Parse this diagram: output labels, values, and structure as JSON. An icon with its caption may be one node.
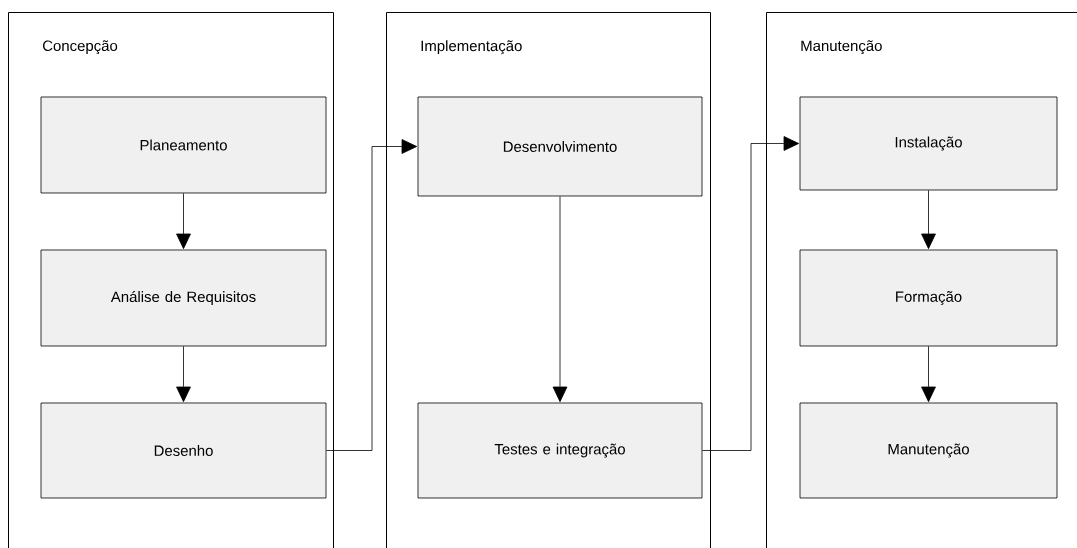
{
  "diagram": {
    "nodes": [
      {
        "text": [
          "Concepção"
        ]
      },
      {
        "text": [
          "Planeamento"
        ],
        "in": 0
      },
      {
        "text": [
          "Análise de Requisitos"
        ],
        "in": 0
      },
      {
        "text": [
          "Desenho"
        ],
        "in": 0
      },
      {
        "text": [
          "Implementação"
        ]
      },
      {
        "text": [
          "Desenvolvimento"
        ],
        "in": 4
      },
      {
        "text": [
          "Testes e integração"
        ],
        "in": 4
      },
      {
        "text": [
          "Manutenção"
        ]
      },
      {
        "text": [
          "Instalação"
        ],
        "in": 7
      },
      {
        "text": [
          "Formação"
        ],
        "in": 7
      },
      {
        "text": [
          "Manutenção"
        ],
        "in": 7
      }
    ],
    "edges": [
      {
        "from": 1,
        "to": 2,
        "arrow": "to"
      },
      {
        "from": 2,
        "to": 3,
        "arrow": "to"
      },
      {
        "from": 3,
        "to": 5,
        "arrow": "to"
      },
      {
        "from": 5,
        "to": 6,
        "arrow": "to"
      },
      {
        "from": 6,
        "to": 8,
        "arrow": "to"
      },
      {
        "from": 8,
        "to": 9,
        "arrow": "to"
      },
      {
        "from": 9,
        "to": 10,
        "arrow": "to"
      }
    ]
  }
}
